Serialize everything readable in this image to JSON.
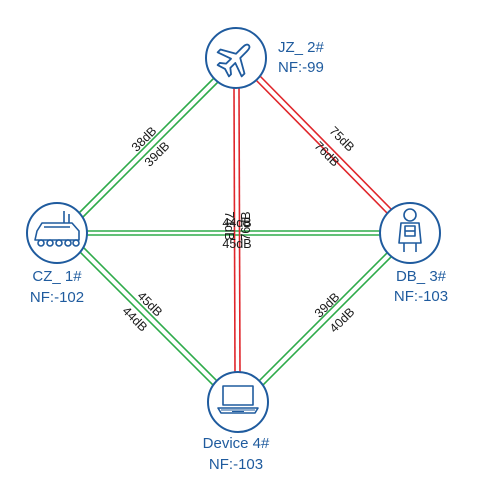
{
  "colors": {
    "node": "#1f5b9e",
    "link_green": "#2eab4a",
    "link_red": "#e0262b",
    "text": "#1a1a1a"
  },
  "nodes": {
    "jz": {
      "icon": "airplane-icon",
      "name": "JZ_ 2#",
      "nf": "NF:-99"
    },
    "cz": {
      "icon": "armored-vehicle-icon",
      "name": "CZ_ 1#",
      "nf": "NF:-102"
    },
    "db": {
      "icon": "soldier-icon",
      "name": "DB_ 3#",
      "nf": "NF:-103"
    },
    "dev": {
      "icon": "laptop-icon",
      "name": "Device 4#",
      "nf": "NF:-103"
    }
  },
  "links": [
    {
      "id": "jz-cz",
      "color": "green",
      "labels": [
        "38dB",
        "39dB"
      ]
    },
    {
      "id": "jz-db",
      "color": "red",
      "labels": [
        "75dB",
        "76dB"
      ]
    },
    {
      "id": "cz-dev",
      "color": "green",
      "labels": [
        "45dB",
        "44dB"
      ]
    },
    {
      "id": "db-dev",
      "color": "green",
      "labels": [
        "39dB",
        "40dB"
      ]
    },
    {
      "id": "cz-db",
      "color": "green",
      "labels": [
        "44dB",
        "45dB"
      ]
    },
    {
      "id": "jz-dev",
      "color": "red",
      "labels": [
        "74dB",
        "76dB"
      ]
    }
  ]
}
